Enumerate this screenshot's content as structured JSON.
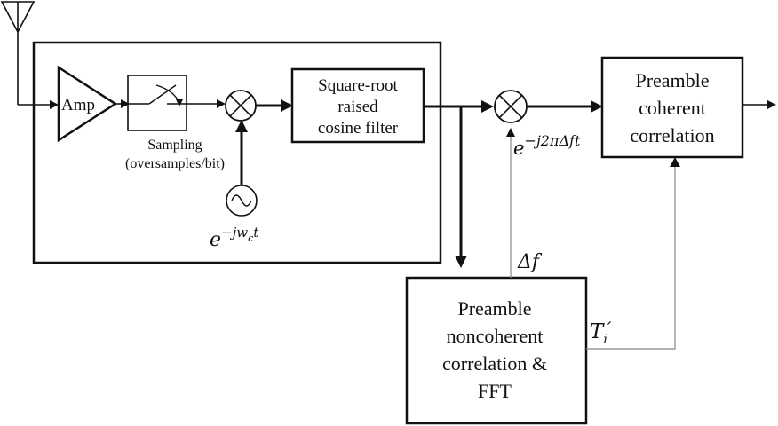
{
  "blocks": {
    "amp": {
      "label": "Amp"
    },
    "sampling": {
      "line1": "Sampling",
      "line2": "(oversamples/bit)"
    },
    "srrc_filter": {
      "line1": "Square-root",
      "line2": "raised",
      "line3": "cosine filter"
    },
    "coherent": {
      "line1": "Preamble",
      "line2": "coherent",
      "line3": "correlation"
    },
    "noncoherent": {
      "line1": "Preamble",
      "line2": "noncoherent",
      "line3": "correlation &",
      "line4": "FFT"
    }
  },
  "signals": {
    "carrier_e": "e",
    "carrier_exp": "−jw",
    "carrier_sub": "c",
    "carrier_t": "t",
    "freq_corr_e": "e",
    "freq_corr_exp": "−j2πΔft",
    "delta_f": "Δf",
    "timing_base": "T",
    "timing_sub": "i",
    "timing_prime": "′"
  }
}
